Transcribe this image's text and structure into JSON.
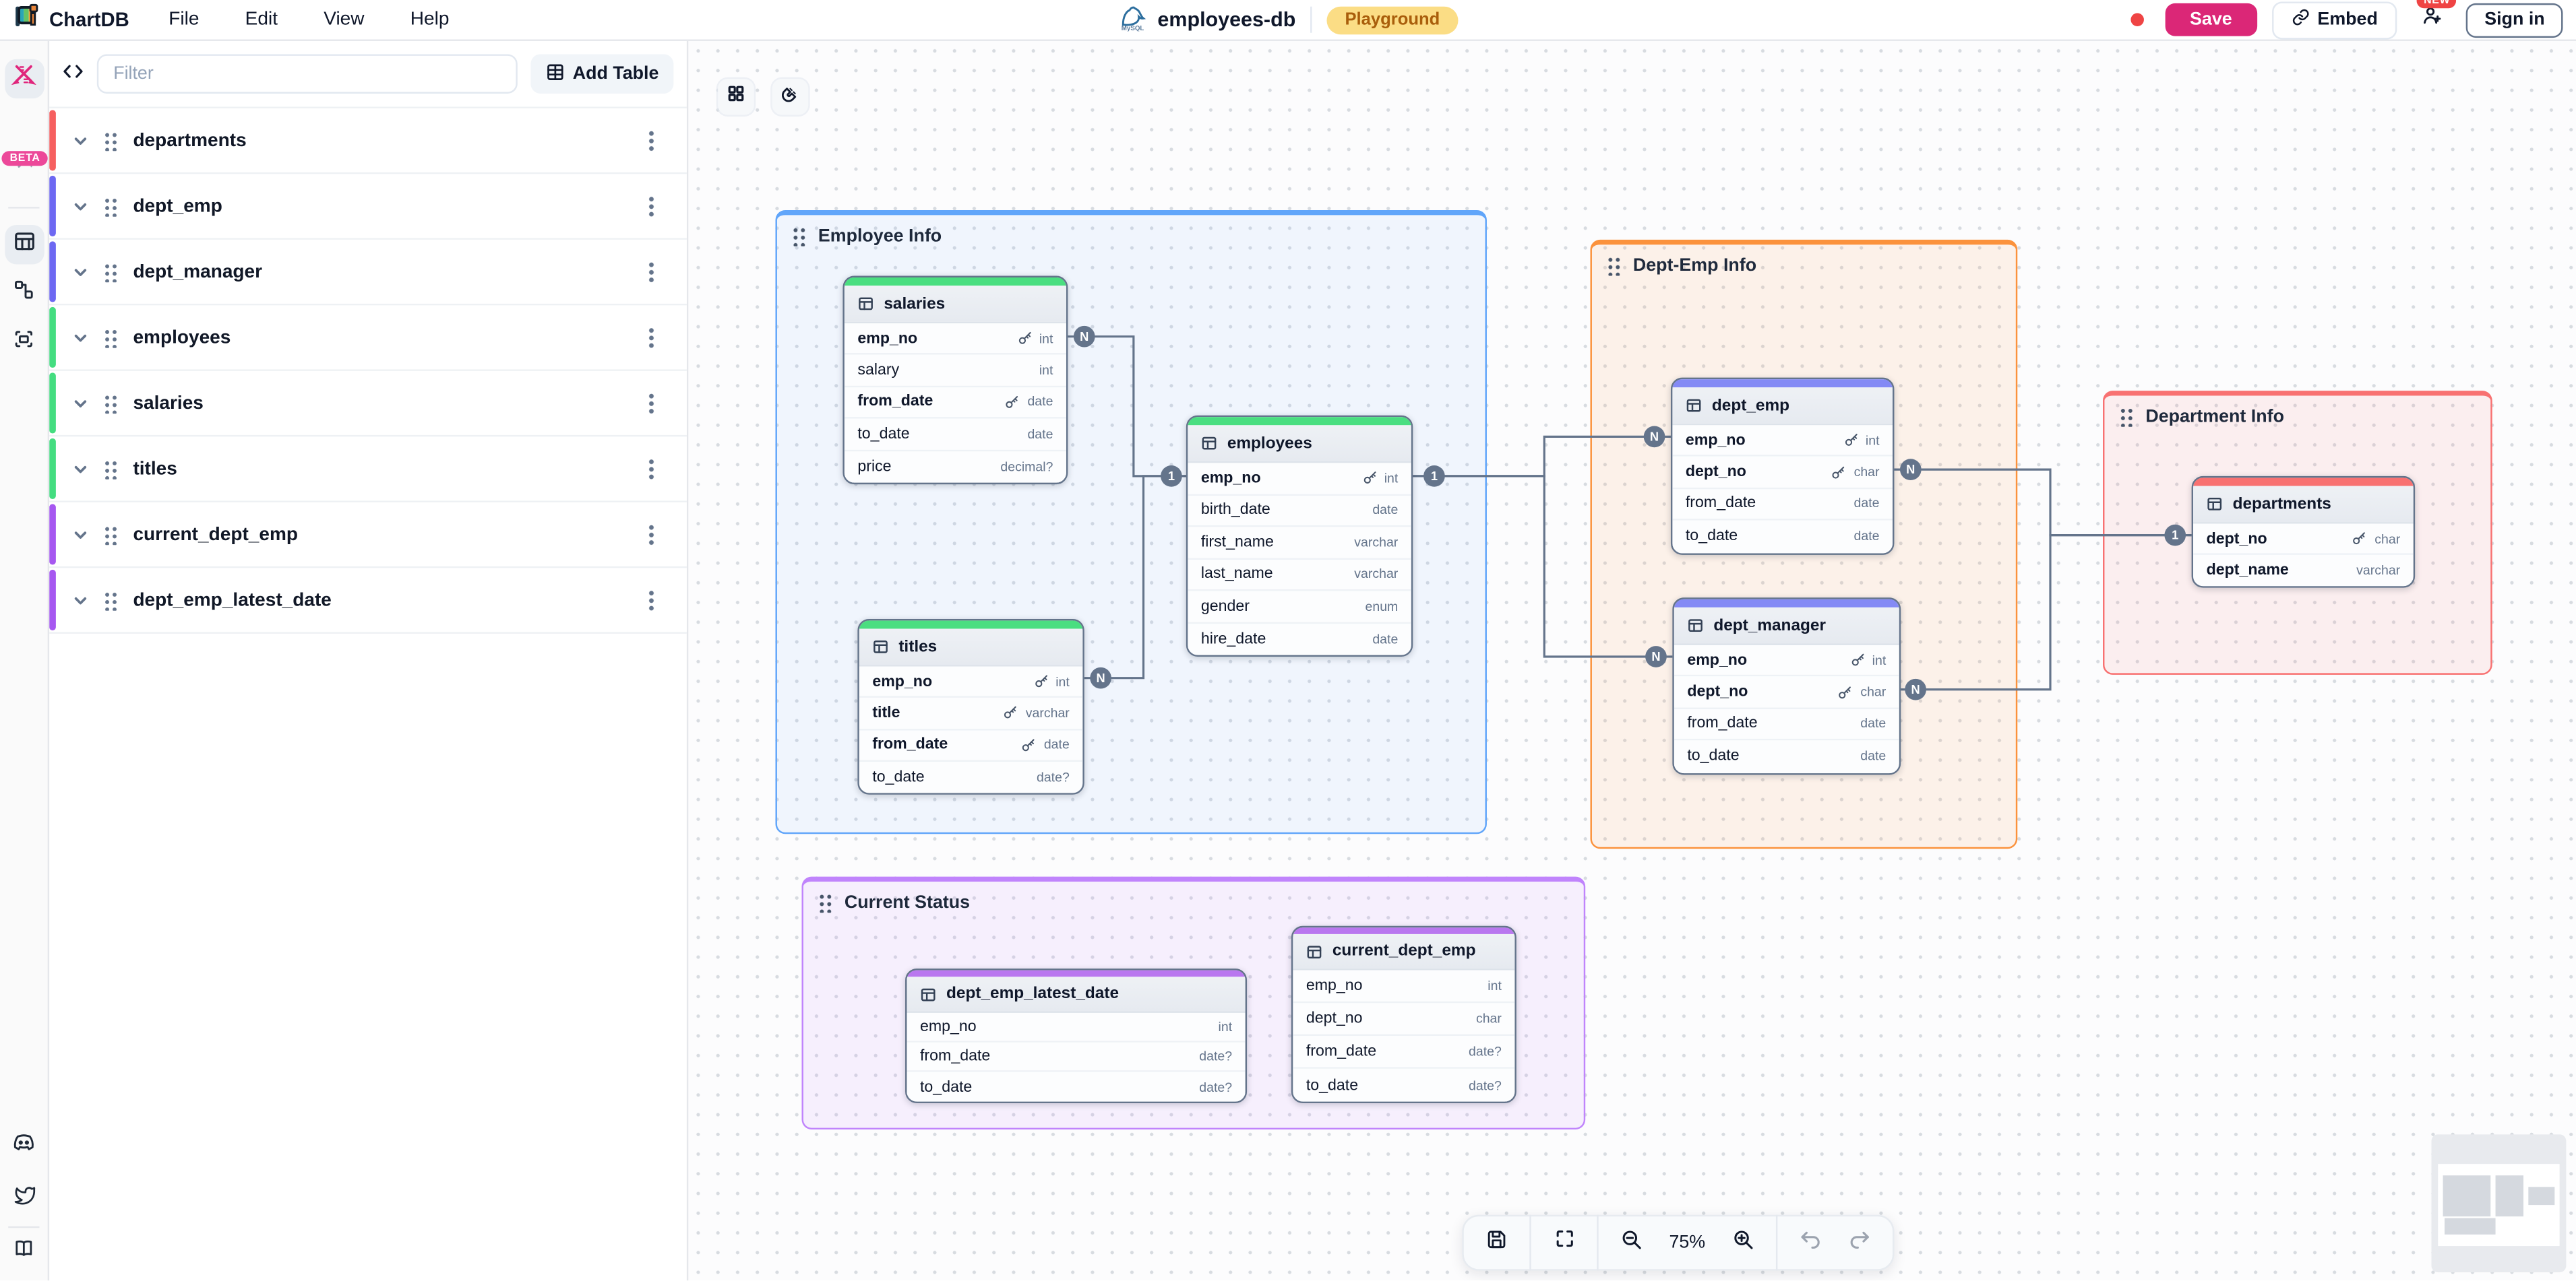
{
  "menubar": {
    "brand": "ChartDB",
    "items": [
      "File",
      "Edit",
      "View",
      "Help"
    ]
  },
  "topbar": {
    "diagram_name": "employees-db",
    "db_logo": "MySQL",
    "environment_badge": "Playground",
    "save_label": "Save",
    "embed_label": "Embed",
    "new_badge": "NEW",
    "sign_in_label": "Sign in",
    "save_color": "#db2777",
    "unsaved_dot_color": "#ef4444"
  },
  "rail": {
    "beta_badge": "BETA"
  },
  "sidebar": {
    "filter_placeholder": "Filter",
    "add_table_label": "Add Table",
    "items": [
      {
        "label": "departments",
        "color": "#f65f5f"
      },
      {
        "label": "dept_emp",
        "color": "#6d68f2"
      },
      {
        "label": "dept_manager",
        "color": "#6d68f2"
      },
      {
        "label": "employees",
        "color": "#44dd80"
      },
      {
        "label": "salaries",
        "color": "#44dd80"
      },
      {
        "label": "titles",
        "color": "#44dd80"
      },
      {
        "label": "current_dept_emp",
        "color": "#a657f0"
      },
      {
        "label": "dept_emp_latest_date",
        "color": "#a657f0"
      }
    ]
  },
  "colors": {
    "green": "#4ade80",
    "indigo": "#848af5",
    "red": "#f87171",
    "purple": "#b977ef",
    "badge_bg": "#64748b"
  },
  "canvas": {
    "areas": [
      {
        "name": "Employee Info",
        "color": "#60a5fa"
      },
      {
        "name": "Dept-Emp Info",
        "color": "#fb923c"
      },
      {
        "name": "Department Info",
        "color": "#f87171"
      },
      {
        "name": "Current Status",
        "color": "#c084fc"
      }
    ],
    "tables": {
      "salaries": {
        "name": "salaries",
        "fields": [
          {
            "name": "emp_no",
            "type": "int",
            "key": true
          },
          {
            "name": "salary",
            "type": "int",
            "key": false
          },
          {
            "name": "from_date",
            "type": "date",
            "key": true
          },
          {
            "name": "to_date",
            "type": "date",
            "key": false
          },
          {
            "name": "price",
            "type": "decimal?",
            "key": false
          }
        ]
      },
      "titles": {
        "name": "titles",
        "fields": [
          {
            "name": "emp_no",
            "type": "int",
            "key": true
          },
          {
            "name": "title",
            "type": "varchar",
            "key": true
          },
          {
            "name": "from_date",
            "type": "date",
            "key": true
          },
          {
            "name": "to_date",
            "type": "date?",
            "key": false
          }
        ]
      },
      "employees": {
        "name": "employees",
        "fields": [
          {
            "name": "emp_no",
            "type": "int",
            "key": true
          },
          {
            "name": "birth_date",
            "type": "date",
            "key": false
          },
          {
            "name": "first_name",
            "type": "varchar",
            "key": false
          },
          {
            "name": "last_name",
            "type": "varchar",
            "key": false
          },
          {
            "name": "gender",
            "type": "enum",
            "key": false
          },
          {
            "name": "hire_date",
            "type": "date",
            "key": false
          }
        ]
      },
      "dept_emp": {
        "name": "dept_emp",
        "fields": [
          {
            "name": "emp_no",
            "type": "int",
            "key": true
          },
          {
            "name": "dept_no",
            "type": "char",
            "key": true
          },
          {
            "name": "from_date",
            "type": "date",
            "key": false
          },
          {
            "name": "to_date",
            "type": "date",
            "key": false
          }
        ]
      },
      "dept_manager": {
        "name": "dept_manager",
        "fields": [
          {
            "name": "emp_no",
            "type": "int",
            "key": true
          },
          {
            "name": "dept_no",
            "type": "char",
            "key": true
          },
          {
            "name": "from_date",
            "type": "date",
            "key": false
          },
          {
            "name": "to_date",
            "type": "date",
            "key": false
          }
        ]
      },
      "departments": {
        "name": "departments",
        "fields": [
          {
            "name": "dept_no",
            "type": "char",
            "key": true
          },
          {
            "name": "dept_name",
            "type": "varchar",
            "key": false
          }
        ]
      },
      "dept_emp_latest_date": {
        "name": "dept_emp_latest_date",
        "fields": [
          {
            "name": "emp_no",
            "type": "int",
            "key": false
          },
          {
            "name": "from_date",
            "type": "date?",
            "key": false
          },
          {
            "name": "to_date",
            "type": "date?",
            "key": false
          }
        ]
      },
      "current_dept_emp": {
        "name": "current_dept_emp",
        "fields": [
          {
            "name": "emp_no",
            "type": "int",
            "key": false
          },
          {
            "name": "dept_no",
            "type": "char",
            "key": false
          },
          {
            "name": "from_date",
            "type": "date?",
            "key": false
          },
          {
            "name": "to_date",
            "type": "date?",
            "key": false
          }
        ]
      }
    },
    "relationship_badges": [
      {
        "label": "N"
      },
      {
        "label": "N"
      },
      {
        "label": "1"
      },
      {
        "label": "1"
      },
      {
        "label": "N"
      },
      {
        "label": "N"
      },
      {
        "label": "N"
      },
      {
        "label": "N"
      },
      {
        "label": "1"
      }
    ],
    "zoom_level": "75%"
  }
}
